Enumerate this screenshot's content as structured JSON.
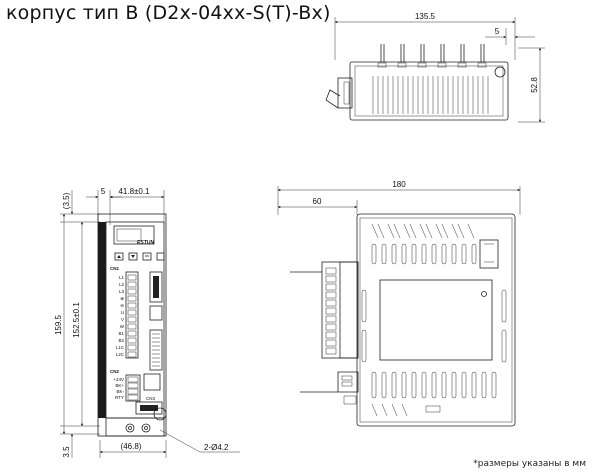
{
  "title": "корпус тип B (D2x-04xx-S(T)-Bx)",
  "footnote": "*размеры указаны в мм",
  "dimensions": {
    "top_width": "135.5",
    "top_offset": "5",
    "top_height": "52.8",
    "front_offset": "5",
    "front_width": "41.8±0.1",
    "front_top": "(3.5)",
    "front_height_outer": "159.5",
    "front_height_inner": "152.5±0.1",
    "front_bottom": "3.5",
    "front_bottom_width": "(46.8)",
    "mount_holes": "2-Ø4.2",
    "side_width": "180",
    "side_offset": "60"
  },
  "front_panel": {
    "logo": "ESTUN",
    "connector_cn1": "CN1",
    "connector_cn2": "CN2",
    "connector_cn3": "CN3",
    "cn1_terminals": [
      "L1",
      "L2",
      "L3",
      "⊕",
      "⊖",
      "U",
      "V",
      "W",
      "B1",
      "B2",
      "L1C",
      "L2C"
    ],
    "cn2_terminals": [
      "+24V",
      "BK+",
      "BK-",
      "RTY"
    ]
  }
}
